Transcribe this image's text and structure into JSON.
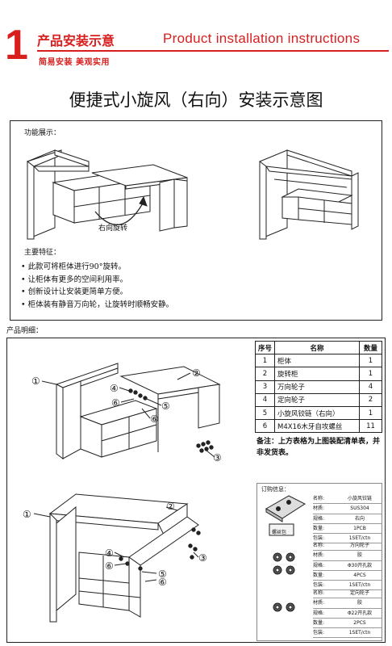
{
  "header": {
    "number": "1",
    "title_cn": "产品安装示意",
    "title_en": "Product installation instructions",
    "subtitle": "简易安装  美观实用"
  },
  "main_title": "便捷式小旋风（右向）安装示意图",
  "function_section": {
    "label": "功能展示：",
    "rotate_label": "右向旋转"
  },
  "features": {
    "label": "主要特征：",
    "items": [
      "此款可将柜体进行90°旋转。",
      "让柜体有更多的空间利用率。",
      "创新设计让安装更简单方便。",
      "柜体装有静音万向轮，让旋转时顺畅安静。"
    ]
  },
  "detail_label": "产品明细：",
  "callouts": [
    "①",
    "②",
    "③",
    "④",
    "⑤",
    "⑥"
  ],
  "parts_table": {
    "headers": [
      "序号",
      "名称",
      "数量"
    ],
    "rows": [
      [
        "1",
        "柜体",
        "1"
      ],
      [
        "2",
        "旋转柜",
        "1"
      ],
      [
        "3",
        "万向轮子",
        "4"
      ],
      [
        "4",
        "定向轮子",
        "2"
      ],
      [
        "5",
        "小旋风铰链（右向）",
        "1"
      ],
      [
        "6",
        "M4X16木牙自攻螺丝",
        "11"
      ]
    ]
  },
  "note": "备注：上方表格为上图装配清单表，并非发货表。",
  "order_info": {
    "title": "订购信息：",
    "bag_label": "螺丝包",
    "specs": [
      [
        [
          "名称:",
          "小旋风铰链"
        ],
        [
          "材质:",
          "SUS304"
        ],
        [
          "规格:",
          "右向"
        ],
        [
          "数量:",
          "1PCB"
        ],
        [
          "包装:",
          "1SET/ctn"
        ]
      ],
      [
        [
          "名称:",
          "万向轮子"
        ],
        [
          "材质:",
          "胶"
        ],
        [
          "规格:",
          "Φ30开孔款"
        ],
        [
          "数量:",
          "4PCS"
        ],
        [
          "包装:",
          "1SET/ctn"
        ]
      ],
      [
        [
          "名称:",
          "定向轮子"
        ],
        [
          "材质:",
          "胶"
        ],
        [
          "规格:",
          "Φ22开孔款"
        ],
        [
          "数量:",
          "2PCS"
        ],
        [
          "包装:",
          "1SET/ctn"
        ]
      ]
    ]
  },
  "colors": {
    "accent": "#d91e1e",
    "line": "#222222"
  }
}
